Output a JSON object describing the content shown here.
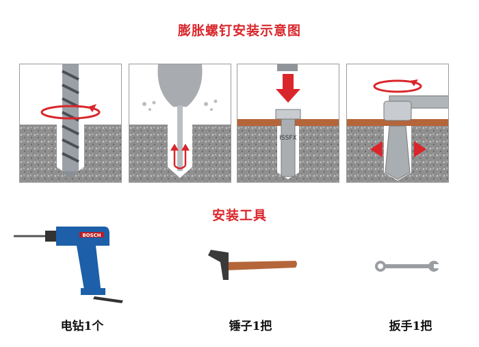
{
  "diagram": {
    "title": "膨胀螺钉安装示意图",
    "steps": [
      {
        "id": 1,
        "icon": "drill-bit-rotating-icon"
      },
      {
        "id": 2,
        "icon": "air-blower-cleaning-icon"
      },
      {
        "id": 3,
        "icon": "hammer-insert-bolt-icon"
      },
      {
        "id": 4,
        "icon": "wrench-tighten-expand-icon"
      }
    ],
    "bolt_marking": "ISSFX"
  },
  "tools": {
    "title": "安装工具",
    "items": [
      {
        "caption": "电钻1个",
        "icon": "electric-drill-icon",
        "brand": "BOSCH"
      },
      {
        "caption": "锤子1把",
        "icon": "hammer-icon"
      },
      {
        "caption": "扳手1把",
        "icon": "wrench-icon"
      }
    ]
  },
  "colors": {
    "accent": "#d9262b",
    "concrete": "#8f8f8f",
    "wood": "#b5653a"
  }
}
